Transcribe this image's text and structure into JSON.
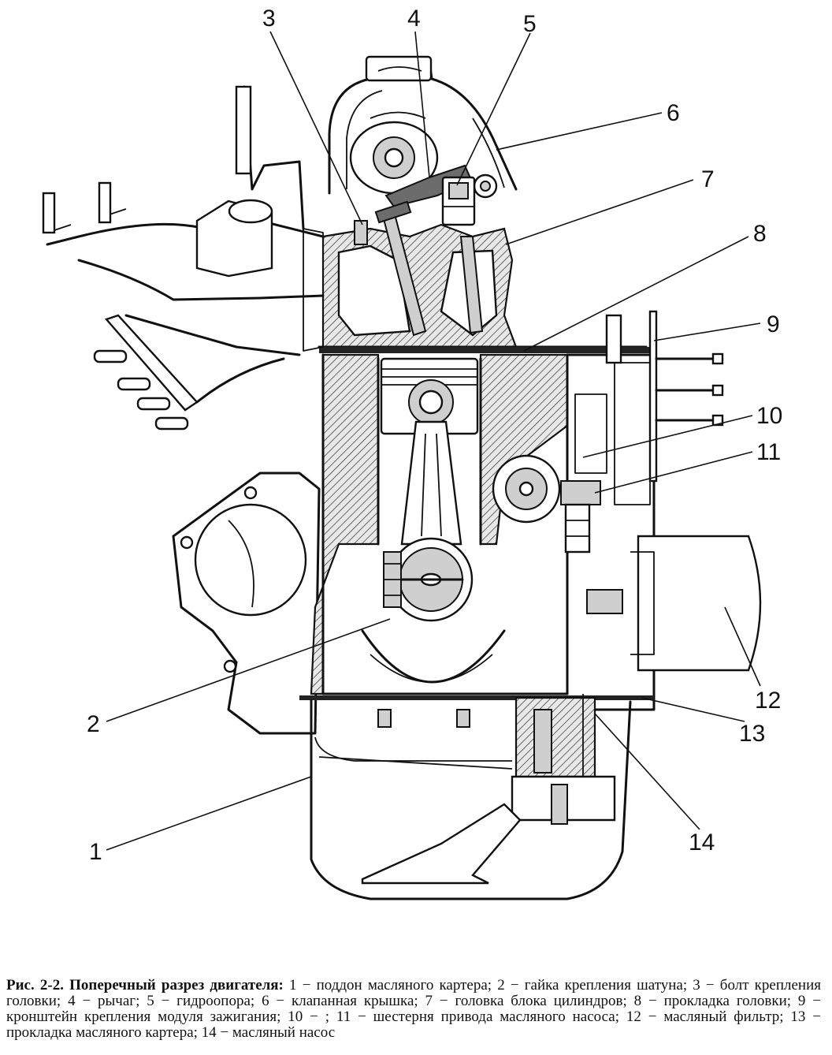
{
  "caption": {
    "title": "Рис. 2-2. Поперечный разрез двигателя:",
    "text": " 1 − поддон масляного картера; 2 − гайка крепления шатуна; 3 − болт крепления головки; 4 − рычаг; 5 − гидроопора; 6 − клапанная крышка; 7 − головка блока цилиндров; 8 − прокладка головки; 9 − кронштейн крепления модуля зажигания; 10 − ; 11 − шестерня привода масляного насоса; 12 − масляный фильтр; 13 − прокладка масляного картера; 14 − масляный насос"
  },
  "callouts": [
    {
      "number": "1",
      "part": "поддон масляного картера"
    },
    {
      "number": "2",
      "part": "гайка крепления шатуна"
    },
    {
      "number": "3",
      "part": "болт крепления головки"
    },
    {
      "number": "4",
      "part": "рычаг"
    },
    {
      "number": "5",
      "part": "гидроопора"
    },
    {
      "number": "6",
      "part": "клапанная крышка"
    },
    {
      "number": "7",
      "part": "головка блока цилиндров"
    },
    {
      "number": "8",
      "part": "прокладка головки"
    },
    {
      "number": "9",
      "part": "кронштейн крепления модуля зажигания"
    },
    {
      "number": "10",
      "part": ""
    },
    {
      "number": "11",
      "part": "шестерня привода масляного насоса"
    },
    {
      "number": "12",
      "part": "масляный фильтр"
    },
    {
      "number": "13",
      "part": "прокладка масляного картера"
    },
    {
      "number": "14",
      "part": "масляный насос"
    }
  ]
}
